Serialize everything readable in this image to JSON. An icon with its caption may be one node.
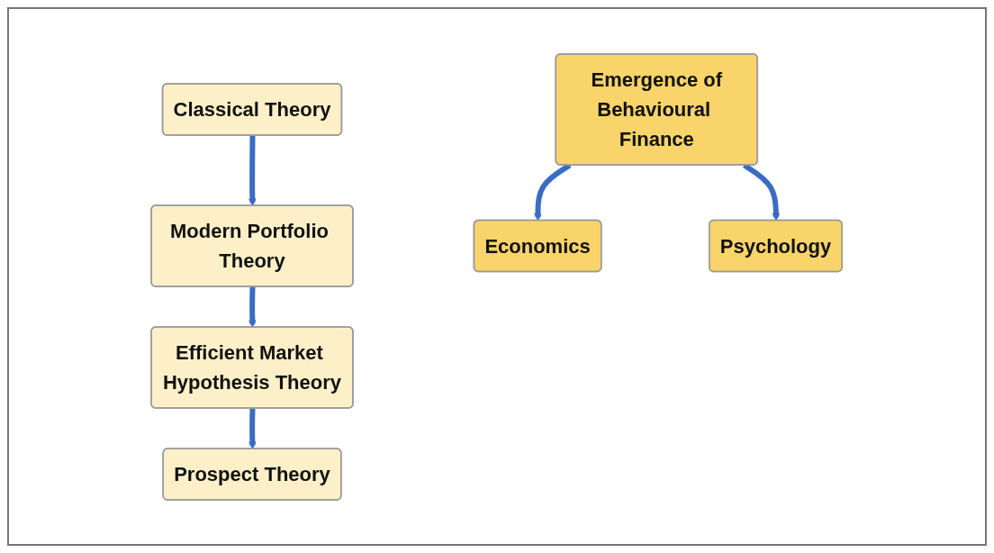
{
  "diagram": {
    "nodes": [
      {
        "text": [
          "Classical Theory"
        ]
      },
      {
        "text": [
          "Modern Portfolio Theory"
        ]
      },
      {
        "text": [
          "Efficient Market Hypothesis Theory"
        ]
      },
      {
        "text": [
          "Prospect Theory"
        ]
      },
      {
        "text": [
          "Emergence of",
          "Behavioural Finance"
        ]
      },
      {
        "text": [
          "Economics"
        ]
      },
      {
        "text": [
          "Psychology"
        ]
      }
    ],
    "edges": [
      {
        "from": 0,
        "to": 1,
        "arrow": "to"
      },
      {
        "from": 1,
        "to": 2,
        "arrow": "to"
      },
      {
        "from": 2,
        "to": 3,
        "arrow": "to"
      },
      {
        "from": 4,
        "to": 5,
        "arrow": "to"
      },
      {
        "from": 4,
        "to": 6,
        "arrow": "to"
      }
    ]
  }
}
